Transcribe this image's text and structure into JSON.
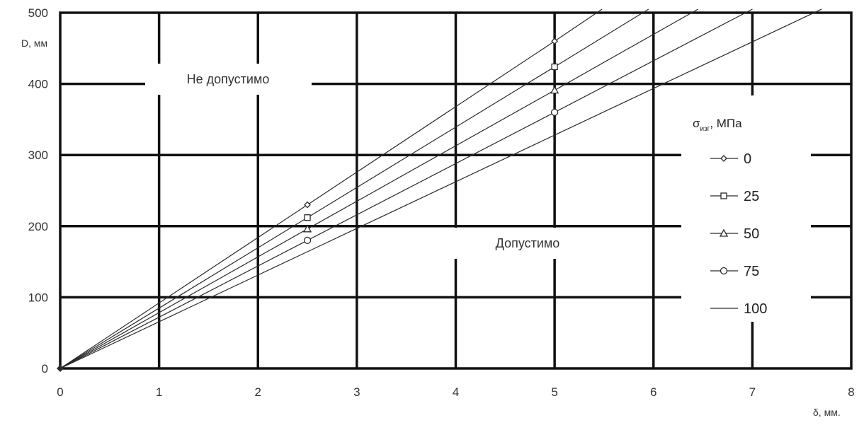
{
  "chart_data": {
    "type": "line",
    "xlabel": "δ, мм.",
    "ylabel": "D, мм",
    "xlim": [
      0,
      8
    ],
    "ylim": [
      0,
      500
    ],
    "x_ticks": [
      "0",
      "1",
      "2",
      "3",
      "4",
      "5",
      "6",
      "7",
      "8"
    ],
    "y_ticks": [
      "0",
      "100",
      "200",
      "300",
      "400",
      "500"
    ],
    "grid": true,
    "legend_position": "right",
    "legend_title": "σ",
    "legend_title_subscript": "изг",
    "legend_title_unit": ", МПа",
    "regions": {
      "not_allowed": "Не допустимо",
      "allowed": "Допустимо"
    },
    "series": [
      {
        "name": "0",
        "marker": "diamond",
        "x": [
          0,
          2.5,
          5,
          5.48
        ],
        "y": [
          0,
          230,
          460,
          505
        ]
      },
      {
        "name": "25",
        "marker": "square",
        "x": [
          0,
          2.5,
          5,
          5.95
        ],
        "y": [
          0,
          212,
          424,
          505
        ]
      },
      {
        "name": "50",
        "marker": "triangle",
        "x": [
          0,
          2.5,
          5,
          6.45
        ],
        "y": [
          0,
          196,
          391,
          505
        ]
      },
      {
        "name": "75",
        "marker": "circle",
        "x": [
          0,
          2.5,
          5,
          7.0
        ],
        "y": [
          0,
          180,
          360,
          505
        ]
      },
      {
        "name": "100",
        "marker": "none",
        "x": [
          0,
          2.5,
          5,
          7.7
        ],
        "y": [
          0,
          164,
          328,
          505
        ]
      }
    ],
    "colors": {
      "line": "#2a2a2a",
      "grid": "#111111",
      "text": "#333333"
    }
  }
}
